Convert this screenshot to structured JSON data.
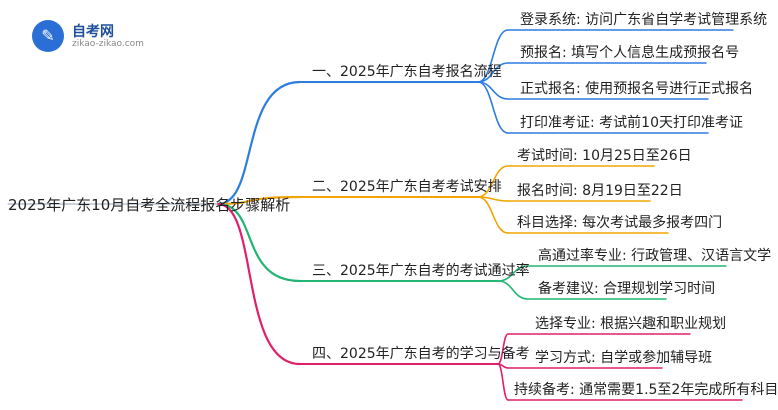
{
  "logo": {
    "title": "自考网",
    "url": "zikao-zikao.com"
  },
  "root": "2025年广东10月自考全流程报名步骤解析",
  "branches": [
    {
      "label": "一、2025年广东自考报名流程",
      "color": "#2f7ce0",
      "leaves": [
        "登录系统: 访问广东省自学考试管理系统",
        "预报名: 填写个人信息生成预报名号",
        "正式报名: 使用预报名号进行正式报名",
        "打印准考证: 考试前10天打印准考证"
      ]
    },
    {
      "label": "二、2025年广东自考考试安排",
      "color": "#f0a500",
      "leaves": [
        "考试时间: 10月25日至26日",
        "报名时间: 8月19日至22日",
        "科目选择: 每次考试最多报考四门"
      ]
    },
    {
      "label": "三、2025年广东自考的考试通过率",
      "color": "#22b573",
      "leaves": [
        "高通过率专业: 行政管理、汉语言文学",
        "备考建议: 合理规划学习时间"
      ]
    },
    {
      "label": "四、2025年广东自考的学习与备考",
      "color": "#e0206a",
      "leaves": [
        "选择专业: 根据兴趣和职业规划",
        "学习方式: 自学或参加辅导班",
        "持续备考: 通常需要1.5至2年完成所有科目"
      ]
    }
  ]
}
